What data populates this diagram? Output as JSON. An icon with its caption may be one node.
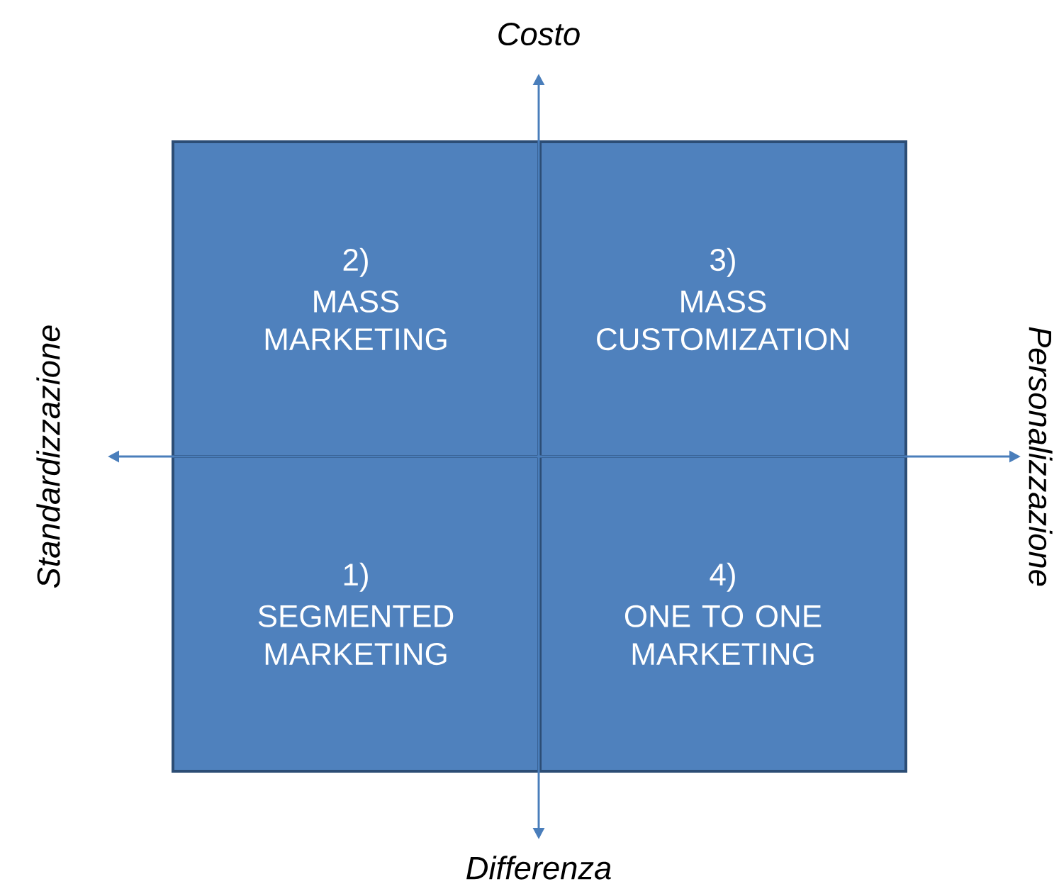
{
  "diagram": {
    "nodes": [
      {
        "text": [
          "2)",
          "MASS MARKETING"
        ]
      },
      {
        "text": [
          "3)",
          "MASS CUSTOMIZATION"
        ]
      },
      {
        "text": [
          "1)",
          "SEGMENTED MARKETING"
        ]
      },
      {
        "text": [
          "4)",
          "ONE TO ONE MARKETING"
        ]
      }
    ],
    "labels": [
      "Costo",
      "Standardizzazione",
      "Personalizzazione",
      "Differenza"
    ]
  }
}
